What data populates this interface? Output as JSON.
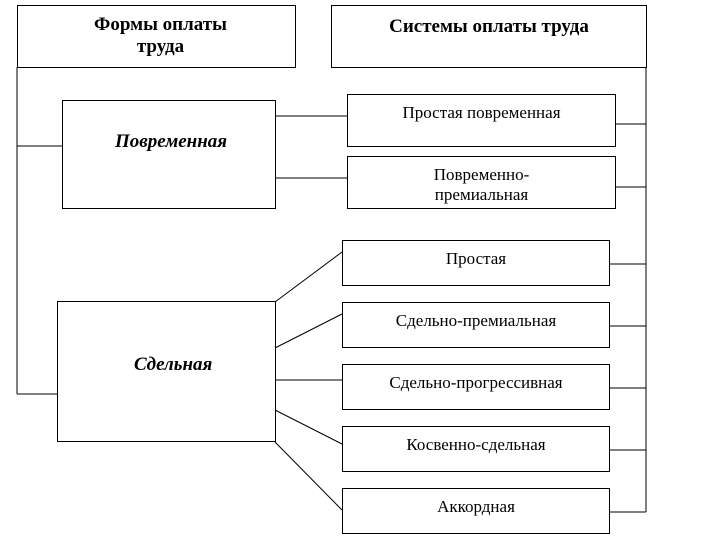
{
  "headers": {
    "forms": "Формы оплаты труда",
    "systems": "Системы оплаты труда"
  },
  "forms": [
    {
      "label": "Повременная",
      "systems": [
        "Простая повременная",
        "Повременно-премиальная"
      ]
    },
    {
      "label": "Сдельная",
      "systems": [
        "Простая",
        "Сдельно-премиальная",
        "Сдельно-прогрессивная",
        "Косвенно-сдельная",
        "Аккордная"
      ]
    }
  ]
}
